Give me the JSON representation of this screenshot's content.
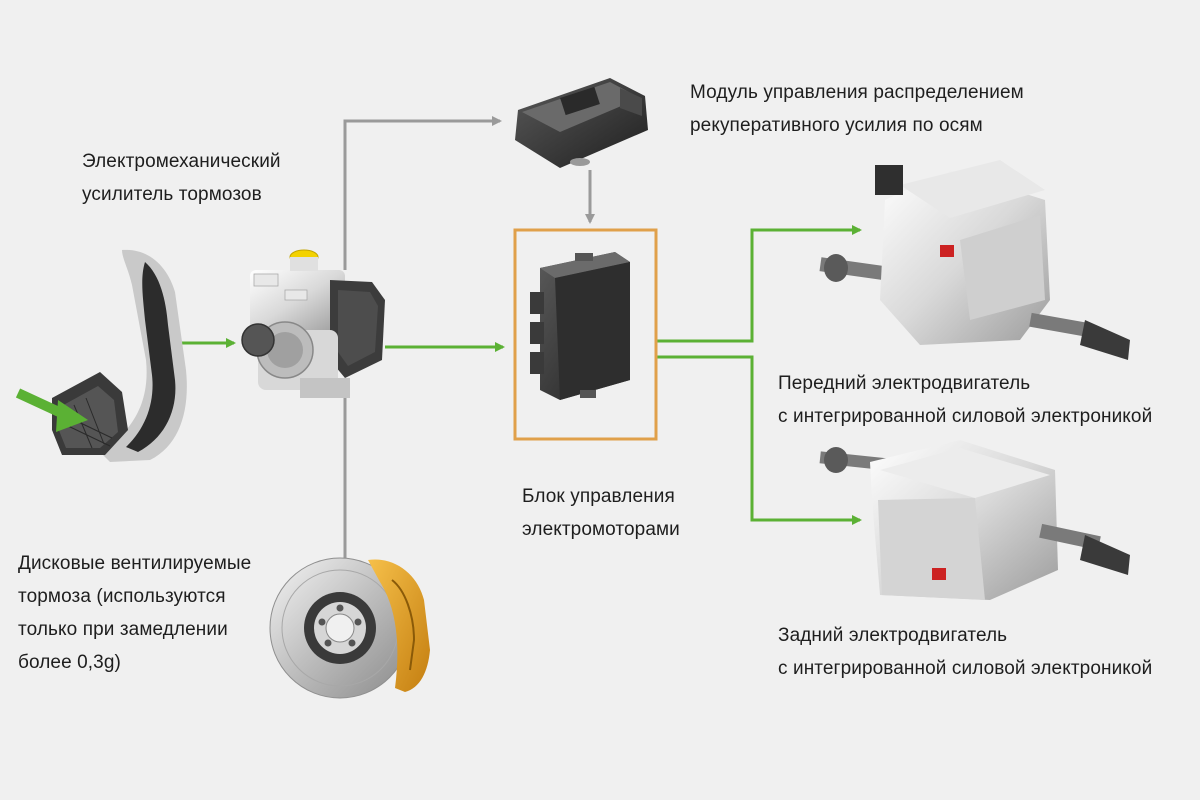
{
  "labels": {
    "booster": [
      "Электромеханический",
      "усилитель тормозов"
    ],
    "distribution_module": [
      "Модуль управления распределением",
      "рекуперативного усилия по осям"
    ],
    "motor_control_unit": [
      "Блок управления",
      "электромоторами"
    ],
    "front_motor": [
      "Передний электродвигатель",
      "с интегрированной силовой электроникой"
    ],
    "rear_motor": [
      "Задний электродвигатель",
      "с интегрированной силовой электроникой"
    ],
    "disc_brakes": [
      "Дисковые вентилируемые",
      "тормоза (используются",
      "только при замедлении",
      "более 0,3g)"
    ]
  },
  "colors": {
    "background": "#f0f0f0",
    "flow_green": "#5bb134",
    "flow_gray": "#9a9a9a",
    "highlight_box": "#e0a04a",
    "caliper": "#e6a020"
  }
}
